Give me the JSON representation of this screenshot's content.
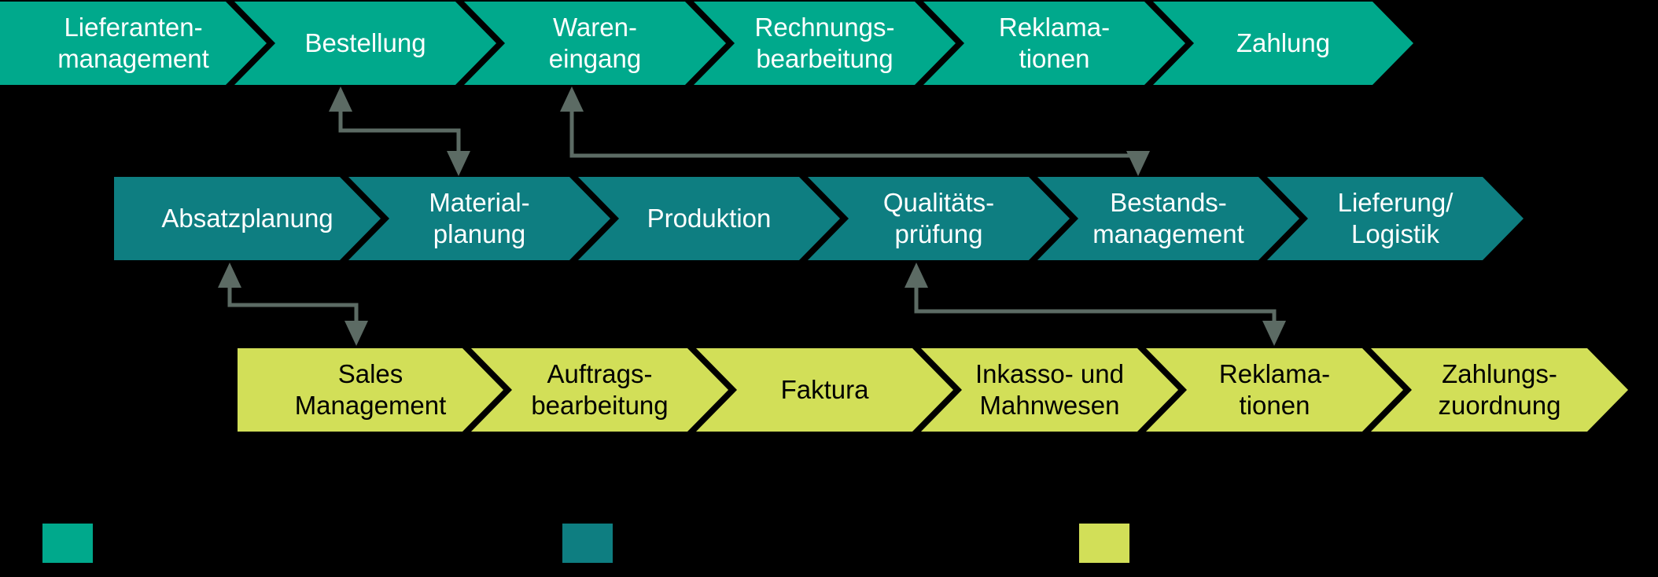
{
  "diagram": {
    "type": "process-chains",
    "background": "#000000",
    "connector_color": "#5C6B64",
    "rows": [
      {
        "name": "procurement-chain",
        "color": "#00A98C",
        "text_color": "#FFFFFF",
        "segments": [
          {
            "label": "Lieferanten-\nmanagement"
          },
          {
            "label": "Bestellung"
          },
          {
            "label": "Waren-\neingang"
          },
          {
            "label": "Rechnungs-\nbearbeitung"
          },
          {
            "label": "Reklama-\ntionen"
          },
          {
            "label": "Zahlung"
          }
        ]
      },
      {
        "name": "production-chain",
        "color": "#0E7E81",
        "text_color": "#FFFFFF",
        "segments": [
          {
            "label": "Absatzplanung"
          },
          {
            "label": "Material-\nplanung"
          },
          {
            "label": "Produktion"
          },
          {
            "label": "Qualitäts-\nprüfung"
          },
          {
            "label": "Bestands-\nmanagement"
          },
          {
            "label": "Lieferung/\nLogistik"
          }
        ]
      },
      {
        "name": "sales-chain",
        "color": "#D2DF58",
        "text_color": "#000000",
        "segments": [
          {
            "label": "Sales\nManagement"
          },
          {
            "label": "Auftrags-\nbearbeitung"
          },
          {
            "label": "Faktura"
          },
          {
            "label": "Inkasso- und\nMahnwesen"
          },
          {
            "label": "Reklama-\ntionen"
          },
          {
            "label": "Zahlungs-\nzuordnung"
          }
        ]
      }
    ],
    "connectors": [
      {
        "from": "Bestellung",
        "to": "Material-planung",
        "style": "double-headed"
      },
      {
        "from": "Waren-eingang",
        "to": "Bestands-management",
        "style": "double-headed"
      },
      {
        "from": "Absatzplanung",
        "to": "Sales Management",
        "style": "double-headed"
      },
      {
        "from": "Qualitäts-prüfung",
        "to": "Reklama-tionen",
        "style": "double-headed"
      }
    ],
    "legend": [
      {
        "color": "#00A98C"
      },
      {
        "color": "#0E7E81"
      },
      {
        "color": "#D2DF58"
      }
    ]
  }
}
